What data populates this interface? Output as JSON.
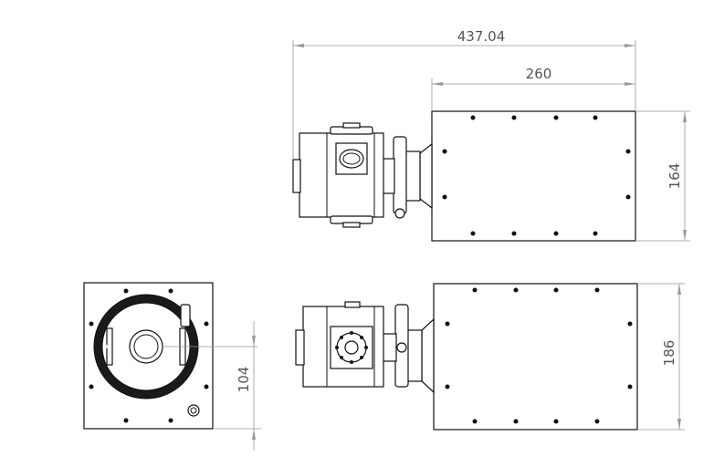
{
  "drawing": {
    "dimensions": {
      "overall_length": "437.04",
      "box_length": "260",
      "top_view_height": "164",
      "front_view_height": "186",
      "axis_height": "104"
    }
  }
}
